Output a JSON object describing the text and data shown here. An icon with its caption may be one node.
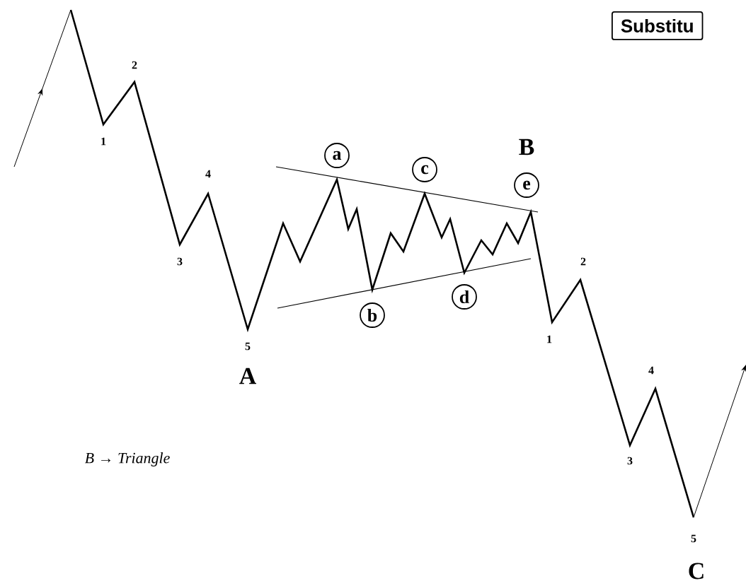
{
  "diagram": {
    "nodes": [
      {
        "text": [
          "Substitu"
        ]
      },
      {
        "text": [
          "a"
        ]
      },
      {
        "text": [
          "c"
        ]
      },
      {
        "text": [
          "e"
        ]
      },
      {
        "text": [
          "b"
        ]
      },
      {
        "text": [
          "d"
        ]
      }
    ],
    "labels": [
      "2",
      "1",
      "4",
      "3",
      "5",
      "A",
      "B",
      "2",
      "1",
      "4",
      "3",
      "5",
      "C",
      "B → Triangle"
    ]
  }
}
